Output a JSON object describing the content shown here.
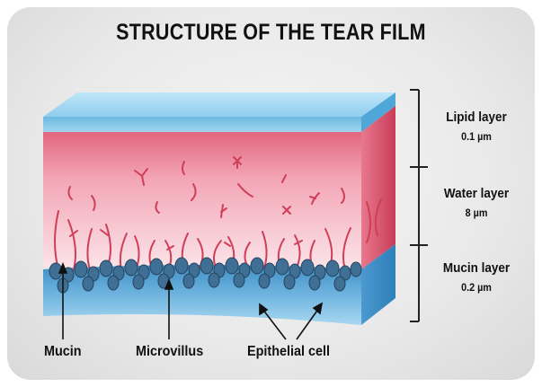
{
  "title": "STRUCTURE OF THE TEAR FILM",
  "layers": [
    {
      "name": "Lipid layer",
      "thickness": "0.1 µm"
    },
    {
      "name": "Water layer",
      "thickness": "8 µm"
    },
    {
      "name": "Mucin layer",
      "thickness": "0.2 µm"
    }
  ],
  "callouts": {
    "mucin": "Mucin",
    "microvillus": "Microvillus",
    "epithelial": "Epithelial cell"
  },
  "colors": {
    "lipid": "#7cc3e6",
    "water": "#f3a9b8",
    "mucin_strand": "#d2465c",
    "epithelium": "#4d98cd",
    "bracket": "#222222"
  }
}
